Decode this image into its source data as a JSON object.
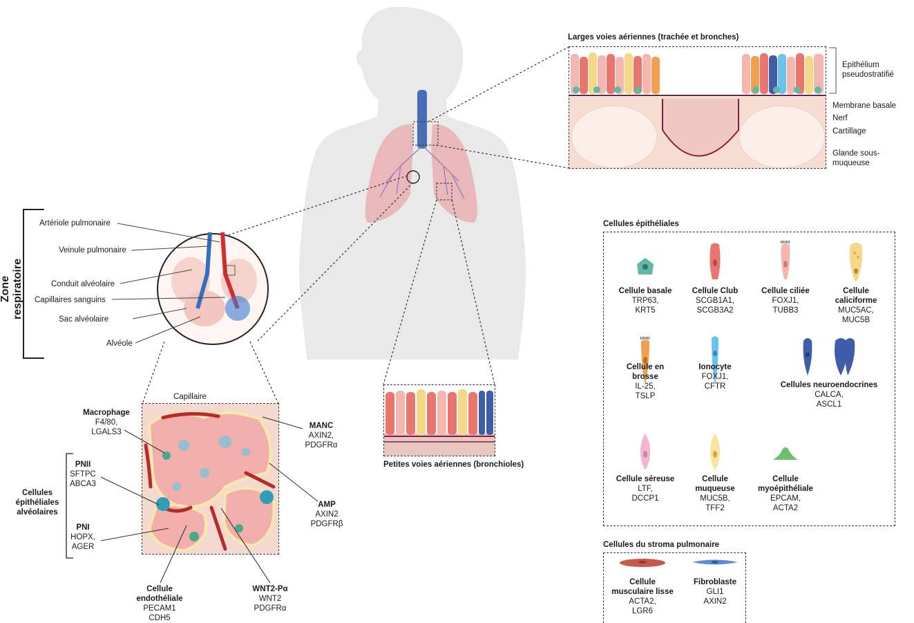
{
  "large_airways": {
    "title": "Larges voies aériennes (trachée et bronches)",
    "labels": [
      "Epithélium pseudostratifié",
      "Membrane basale",
      "Nerf",
      "Cartillage",
      "Glande sous-muqueuse"
    ]
  },
  "small_airways": {
    "title": "Petites voies aériennes (bronchioles)"
  },
  "respiratory_zone": {
    "title": "Zone respiratoire",
    "labels": [
      "Artériole pulmonaire",
      "Veinule pulmonaire",
      "Conduit alvéolaire",
      "Capillaires sanguins",
      "Sac alvéolaire",
      "Alvéole"
    ]
  },
  "alveolus": {
    "capillary_label": "Capillaire",
    "macrophage": {
      "name": "Macrophage",
      "markers": "F4/80,\nLGALS3"
    },
    "pnii": {
      "name": "PNII",
      "markers": "SFTPC\nABCA3"
    },
    "group_label": "Cellules\népithéliales\nalvéolaires",
    "pni": {
      "name": "PNI",
      "markers": "HOPX,\nAGER"
    },
    "endothelial": {
      "name": "Cellule\nendothéliale",
      "markers": "PECAM1\nCDH5"
    },
    "wnt2": {
      "name": "WNT2-Pα",
      "markers": "WNT2\nPDGFRα"
    },
    "manc": {
      "name": "MANC",
      "markers": "AXIN2,\nPDGFRα"
    },
    "amp": {
      "name": "AMP",
      "markers": "AXIN2\nPDGFRβ"
    }
  },
  "epithelial_cells": {
    "title": "Cellules épithéliales",
    "cells": [
      {
        "name": "Cellule basale",
        "markers": "TRP63,\nKRT5",
        "color": "#5fb8a8"
      },
      {
        "name": "Cellule Club",
        "markers": "SCGB1A1,\nSCGB3A2",
        "color": "#e8766e"
      },
      {
        "name": "Cellule ciliée",
        "markers": "FOXJ1,\nTUBB3",
        "color": "#f3b7b0"
      },
      {
        "name": "Cellule\ncaliciforme",
        "markers": "MUC5AC,\nMUC5B",
        "color": "#f5d78a"
      },
      {
        "name": "Cellule en\nbrosse",
        "markers": "IL-25,\nTSLP",
        "color": "#f0a050"
      },
      {
        "name": "Ionocyte",
        "markers": "FOXJ1,\nCFTR",
        "color": "#6cc3ea"
      },
      {
        "name": "Cellules neuroendocrines",
        "markers": "CALCA,\nASCL1",
        "color": "#3f5da8"
      },
      {
        "name": "Cellule séreuse",
        "markers": "LTF,\nDCCP1",
        "color": "#f2b6d0"
      },
      {
        "name": "Cellule\nmuqueuse",
        "markers": "MUC5B,\nTFF2",
        "color": "#f8e4a0"
      },
      {
        "name": "Cellule\nmyoépithéliale",
        "markers": "EPCAM,\nACTA2",
        "color": "#6dbf6a"
      }
    ]
  },
  "stromal_cells": {
    "title": "Cellules du stroma pulmonaire",
    "cells": [
      {
        "name": "Cellule\nmusculaire lisse",
        "markers": "ACTA2,\nLGR6",
        "color": "#c9584f"
      },
      {
        "name": "Fibroblaste",
        "markers": "GLI1\nAXIN2",
        "color": "#5b8fd4"
      }
    ]
  }
}
